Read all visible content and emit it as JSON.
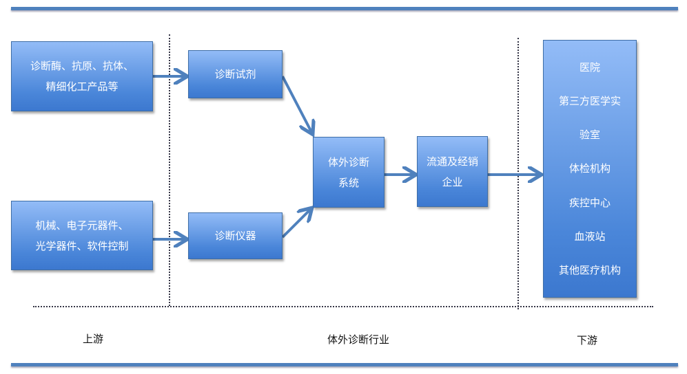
{
  "upstream": {
    "materials": [
      "诊断酶、抗原、抗体、",
      "精细化工产品等"
    ],
    "instruments": [
      "机械、电子元器件、",
      "光学器件、软件控制"
    ]
  },
  "midstream": {
    "reagents": "诊断试剂",
    "devices": "诊断仪器",
    "system": [
      "体外诊断",
      "系统"
    ],
    "distribution": [
      "流通及经销",
      "企业"
    ]
  },
  "downstream": {
    "items": [
      "医院",
      "第三方医学实",
      "验室",
      "体检机构",
      "疾控中心",
      "血液站",
      "其他医疗机构"
    ]
  },
  "labels": {
    "upstream": "上游",
    "industry": "体外诊断行业",
    "downstream": "下游"
  },
  "colors": {
    "accent": "#4f81bd"
  }
}
